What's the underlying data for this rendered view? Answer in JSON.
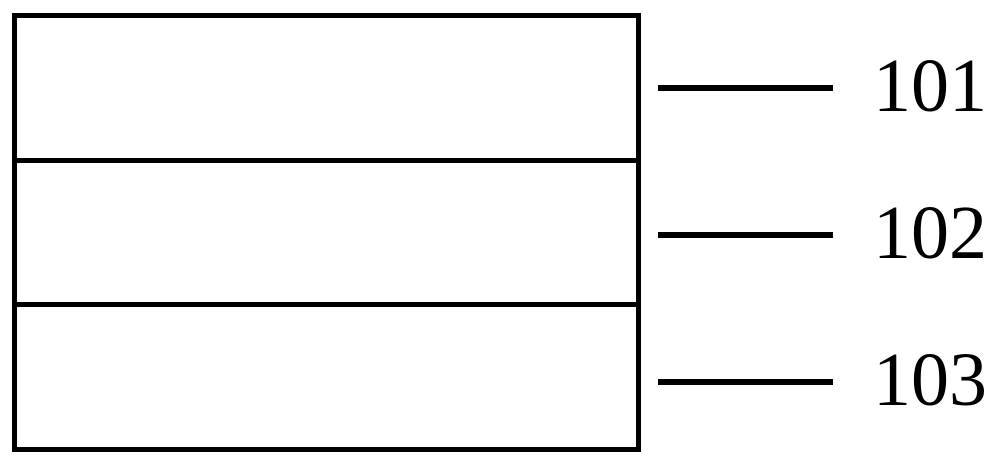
{
  "diagram": {
    "type": "layer-stack",
    "description": "Three-layer stack structure with reference numerals",
    "colors": {
      "stroke": "#000000",
      "background": "#ffffff"
    },
    "layers": [
      {
        "label": "101"
      },
      {
        "label": "102"
      },
      {
        "label": "103"
      }
    ]
  }
}
